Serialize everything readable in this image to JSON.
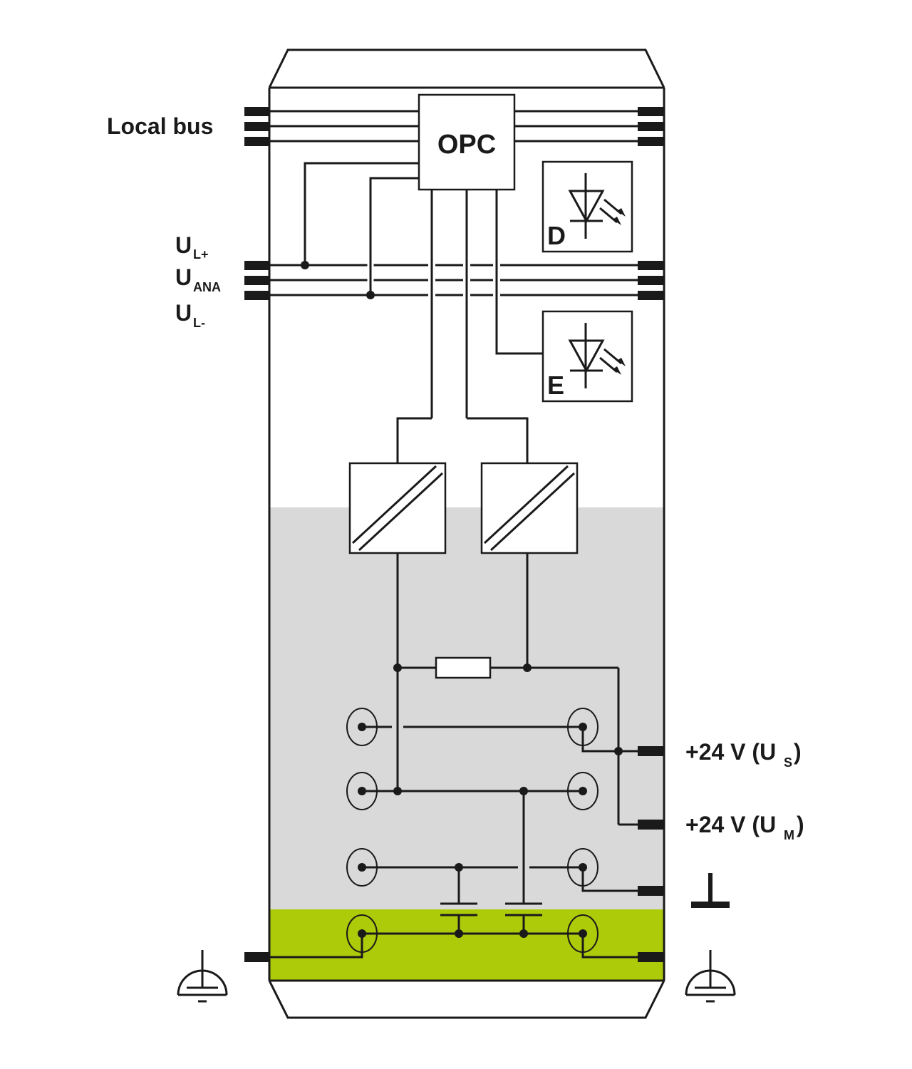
{
  "labels": {
    "local_bus": "Local bus",
    "ul_plus_main": "U",
    "ul_plus_sub": "L+",
    "uana_main": "U",
    "uana_sub": "ANA",
    "ul_minus_main": "U",
    "ul_minus_sub": "L-",
    "opc": "OPC",
    "led_d": "D",
    "led_e": "E",
    "us_main": "+24 V (U",
    "us_sub": "S",
    "us_close": ")",
    "um_main": "+24 V (U",
    "um_sub": "M",
    "um_close": ")"
  },
  "colors": {
    "line": "#1a1a1a",
    "gray_zone": "#d9d9d9",
    "green_zone": "#aecb0a",
    "background": "#ffffff"
  },
  "icons": [
    "ground-symbol",
    "protective-earth-icon",
    "led-icon",
    "isolator-icon",
    "fuse-icon",
    "capacitor-icon",
    "terminal-icon"
  ]
}
